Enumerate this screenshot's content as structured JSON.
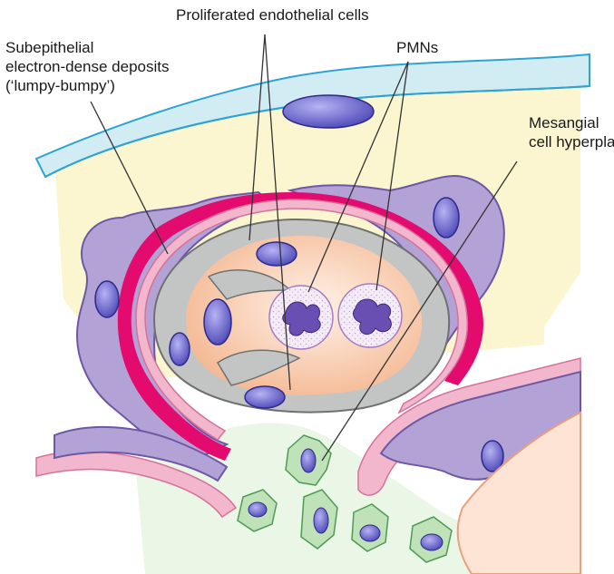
{
  "labels": {
    "endothelial": "Proliferated endothelial cells",
    "pmn": "PMNs",
    "subepithelial": [
      "Subepithelial",
      "electron-dense deposits",
      "(‘lumpy-bumpy’)"
    ],
    "mesangial": [
      "Mesangial",
      "cell hyperplasia"
    ]
  },
  "colors": {
    "bowman_space": "#fbf6cf",
    "bowman_capsule": "#d2ecf4",
    "bowman_line": "#2fa3d2",
    "podocyte": "#b3a2d6",
    "podocyte_edge": "#6d58a6",
    "deposit": "#e30b6e",
    "gbm": "#f2b7cc",
    "endothelium": "#c3c5c4",
    "lumen": "#f6c9a9",
    "nucleus": "#6f6ad3",
    "mesangium": "#eaf6e6",
    "mesangial_cell": "#bfe2b8"
  }
}
